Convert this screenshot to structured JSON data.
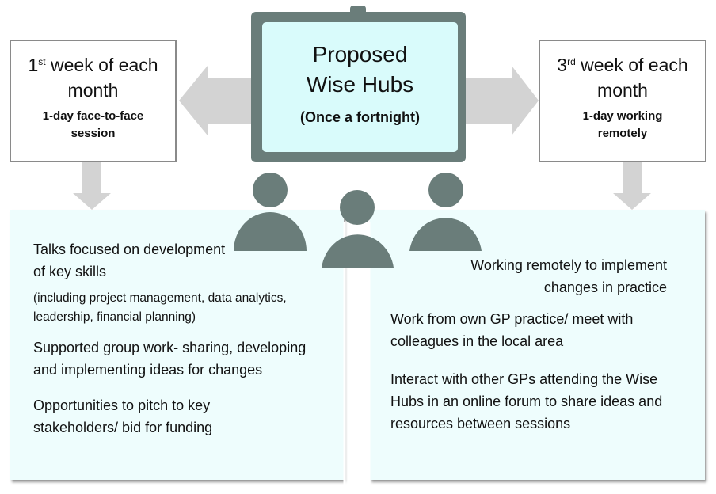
{
  "left_box": {
    "ordinal": "1",
    "ordinal_suffix": "st",
    "title_rest": " week of each month",
    "subtitle": "1-day face-to-face session"
  },
  "center": {
    "title_line1": "Proposed",
    "title_line2": "Wise Hubs",
    "subtitle": "(Once a fortnight)"
  },
  "right_box": {
    "ordinal": "3",
    "ordinal_suffix": "rd",
    "title_rest": " week of each month",
    "subtitle": "1-day working remotely"
  },
  "left_panel": {
    "item1": "Talks focused on development of key skills",
    "item1_detail": "(including project management, data analytics, leadership, financial planning)",
    "item2": "Supported group work- sharing, developing and implementing ideas for changes",
    "item3": "Opportunities to pitch to key stakeholders/ bid for funding"
  },
  "right_panel": {
    "item1": "Working remotely to implement changes in practice",
    "item2": "Work from own GP practice/ meet with colleagues in the local area",
    "item3": "Interact with other GPs attending the Wise Hubs in an online forum to share ideas and resources between sessions"
  },
  "colors": {
    "screen": "#d9fbfb",
    "frame": "#6a7d7a",
    "panel": "#eefdfd",
    "arrow": "#d3d3d3"
  }
}
